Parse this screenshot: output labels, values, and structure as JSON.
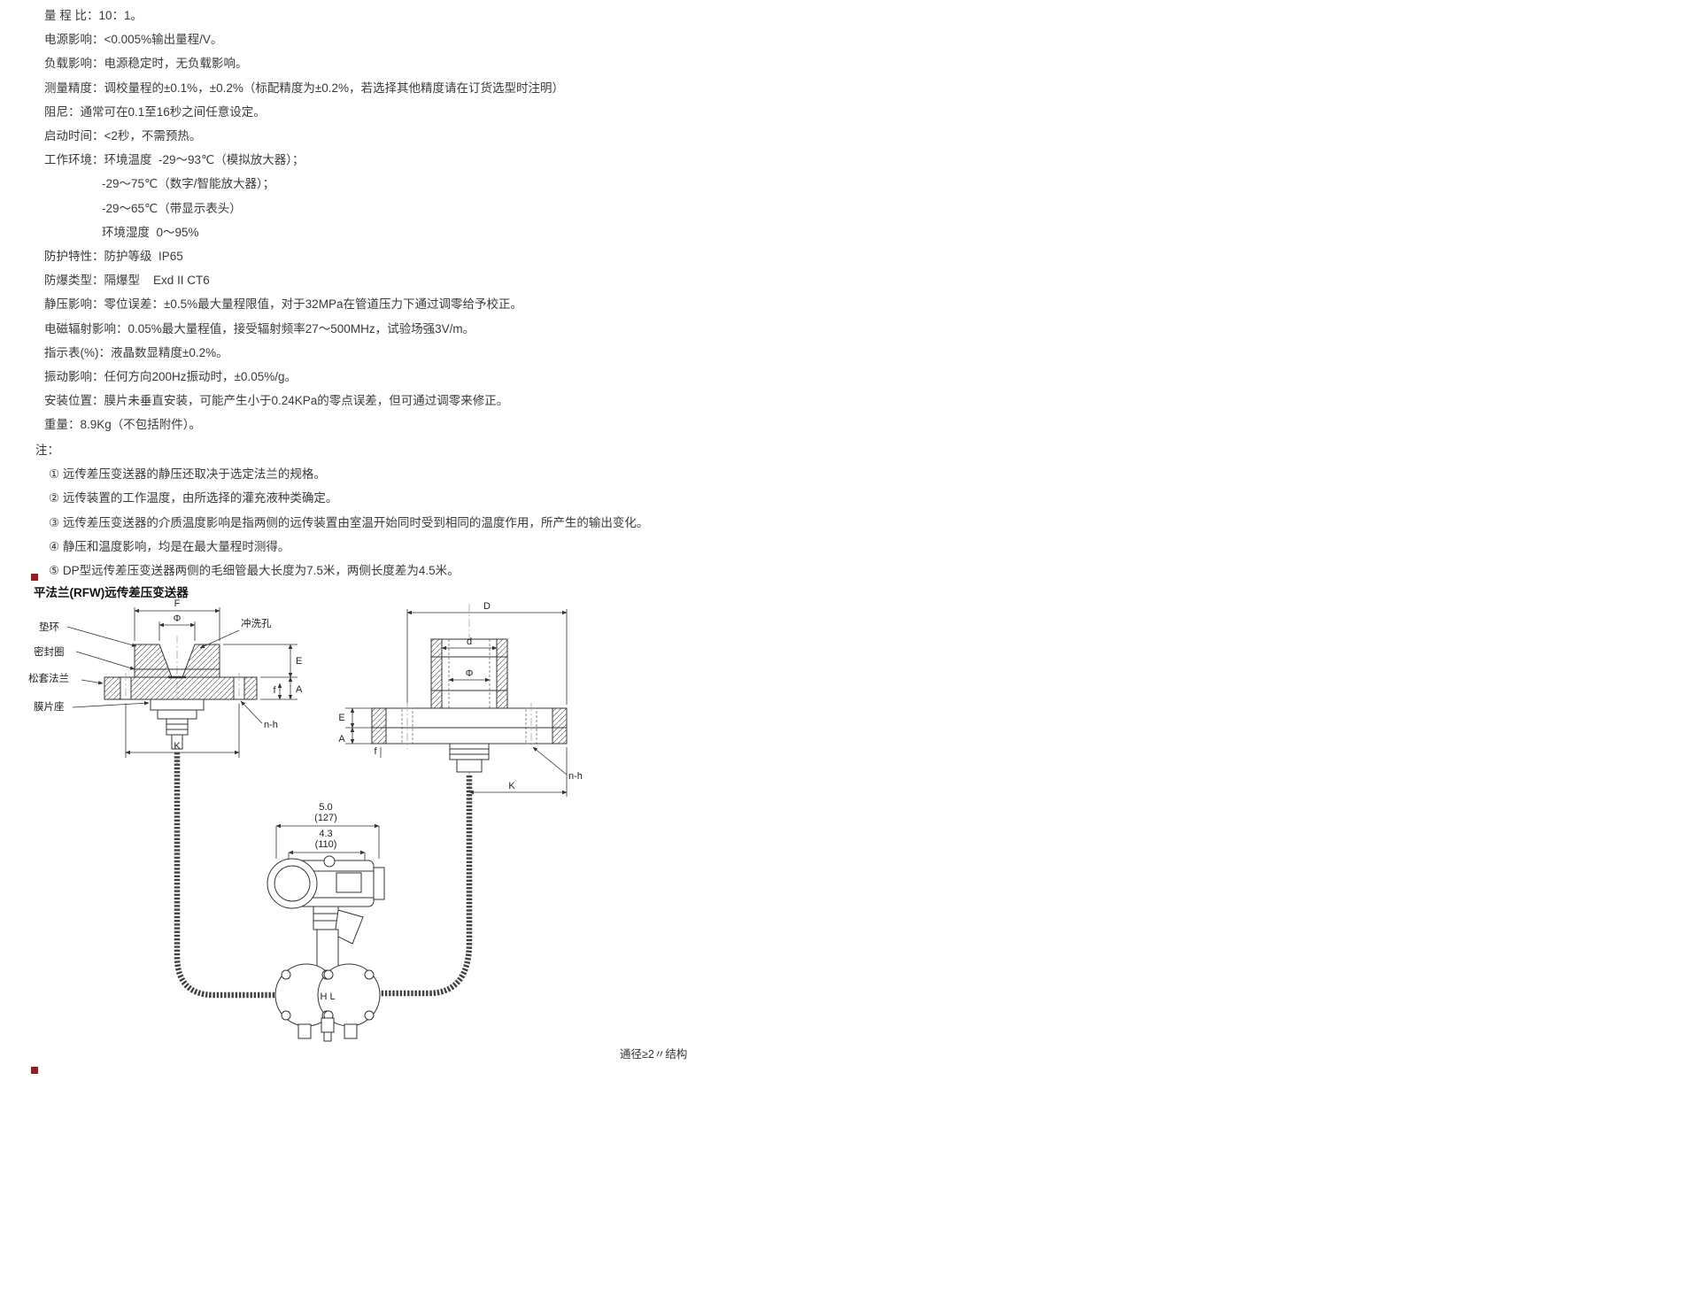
{
  "specs": [
    {
      "text": "量 程 比：10：1。"
    },
    {
      "text": "电源影响：<0.005%输出量程/V。"
    },
    {
      "text": "负载影响：电源稳定时，无负载影响。"
    },
    {
      "text": "测量精度：调校量程的±0.1%，±0.2%（标配精度为±0.2%，若选择其他精度请在订货选型时注明）"
    },
    {
      "text": "阻尼：通常可在0.1至16秒之间任意设定。"
    },
    {
      "text": "启动时间：<2秒，不需预热。"
    },
    {
      "text": "工作环境：环境温度  -29～93℃（模拟放大器）；"
    },
    {
      "text": "-29～75℃（数字/智能放大器）；"
    },
    {
      "text": "-29～65℃（带显示表头）"
    },
    {
      "text": "环境湿度  0～95%"
    },
    {
      "text": "防护特性：防护等级  IP65"
    },
    {
      "text": "防爆类型：隔爆型    Exd II CT6"
    },
    {
      "text": "静压影响：零位误差：±0.5%最大量程限值，对于32MPa在管道压力下通过调零给予校正。"
    },
    {
      "text": "电磁辐射影响：0.05%最大量程值，接受辐射频率27～500MHz，试验场强3V/m。"
    },
    {
      "text": "指示表(%)：液晶数显精度±0.2%。"
    },
    {
      "text": "振动影响：任何方向200Hz振动时，±0.05%/g。"
    },
    {
      "text": "安装位置：膜片未垂直安装，可能产生小于0.24KPa的零点误差，但可通过调零来修正。"
    },
    {
      "text": "重量：8.9Kg（不包括附件）。"
    }
  ],
  "notes": {
    "heading": "注：",
    "items": [
      "① 远传差压变送器的静压还取决于选定法兰的规格。",
      "② 远传装置的工作温度，由所选择的灌充液种类确定。",
      "③ 远传差压变送器的介质温度影响是指两侧的远传装置由室温开始同时受到相同的温度作用，所产生的输出变化。",
      "④ 静压和温度影响，均是在最大量程时测得。",
      "⑤ DP型远传差压变送器两侧的毛细管最大长度为7.5米，两侧长度差为4.5米。"
    ]
  },
  "section_title": "平法兰(RFW)远传差压变送器",
  "diagram": {
    "left": {
      "labels": {
        "gasket_ring": "垫环",
        "seal_ring": "密封圈",
        "loose_flange": "松套法兰",
        "diaphragm_seat": "膜片座",
        "flush_hole": "冲洗孔"
      },
      "dims": {
        "F": "F",
        "phi": "Φ",
        "E": "E",
        "A": "A",
        "f": "f",
        "n_h": "n-h",
        "K": "K"
      }
    },
    "right": {
      "dims": {
        "D": "D",
        "d": "d",
        "phi": "Φ",
        "E": "E",
        "A": "A",
        "f": "f",
        "n_h": "n-h",
        "K": "K"
      }
    },
    "transmitter": {
      "dim1_value": "5.0",
      "dim1_mm": "(127)",
      "dim2_value": "4.3",
      "dim2_mm": "(110)",
      "ports": "H L"
    }
  },
  "caption": "通径≥2〃结构"
}
